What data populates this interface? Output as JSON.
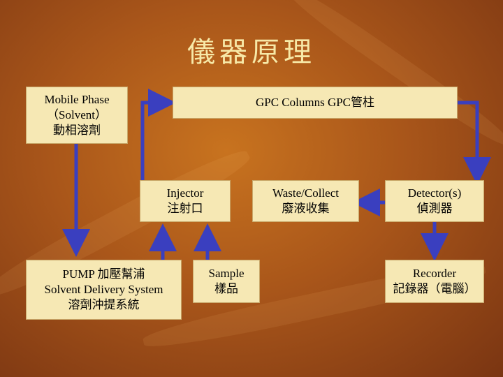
{
  "title": "儀器原理",
  "nodes": {
    "mobile_phase": {
      "line1": "Mobile Phase",
      "line2": "（Solvent）",
      "line3": "動相溶劑"
    },
    "gpc_columns": {
      "line1": "GPC Columns   GPC管柱"
    },
    "injector": {
      "line1": "Injector",
      "line2": "注射口"
    },
    "waste": {
      "line1": "Waste/Collect",
      "line2": "廢液收集"
    },
    "detector": {
      "line1": "Detector(s)",
      "line2": "偵測器"
    },
    "pump": {
      "line1": "PUMP 加壓幫浦",
      "line2": "Solvent Delivery System",
      "line3": "溶劑沖提系統"
    },
    "sample": {
      "line1": "Sample",
      "line2": "樣品"
    },
    "recorder": {
      "line1": "Recorder",
      "line2": "記錄器（電腦）"
    }
  },
  "colors": {
    "arrow": "#3a3fbf",
    "box": "#f6e8b4",
    "title": "#f7e9a8"
  }
}
